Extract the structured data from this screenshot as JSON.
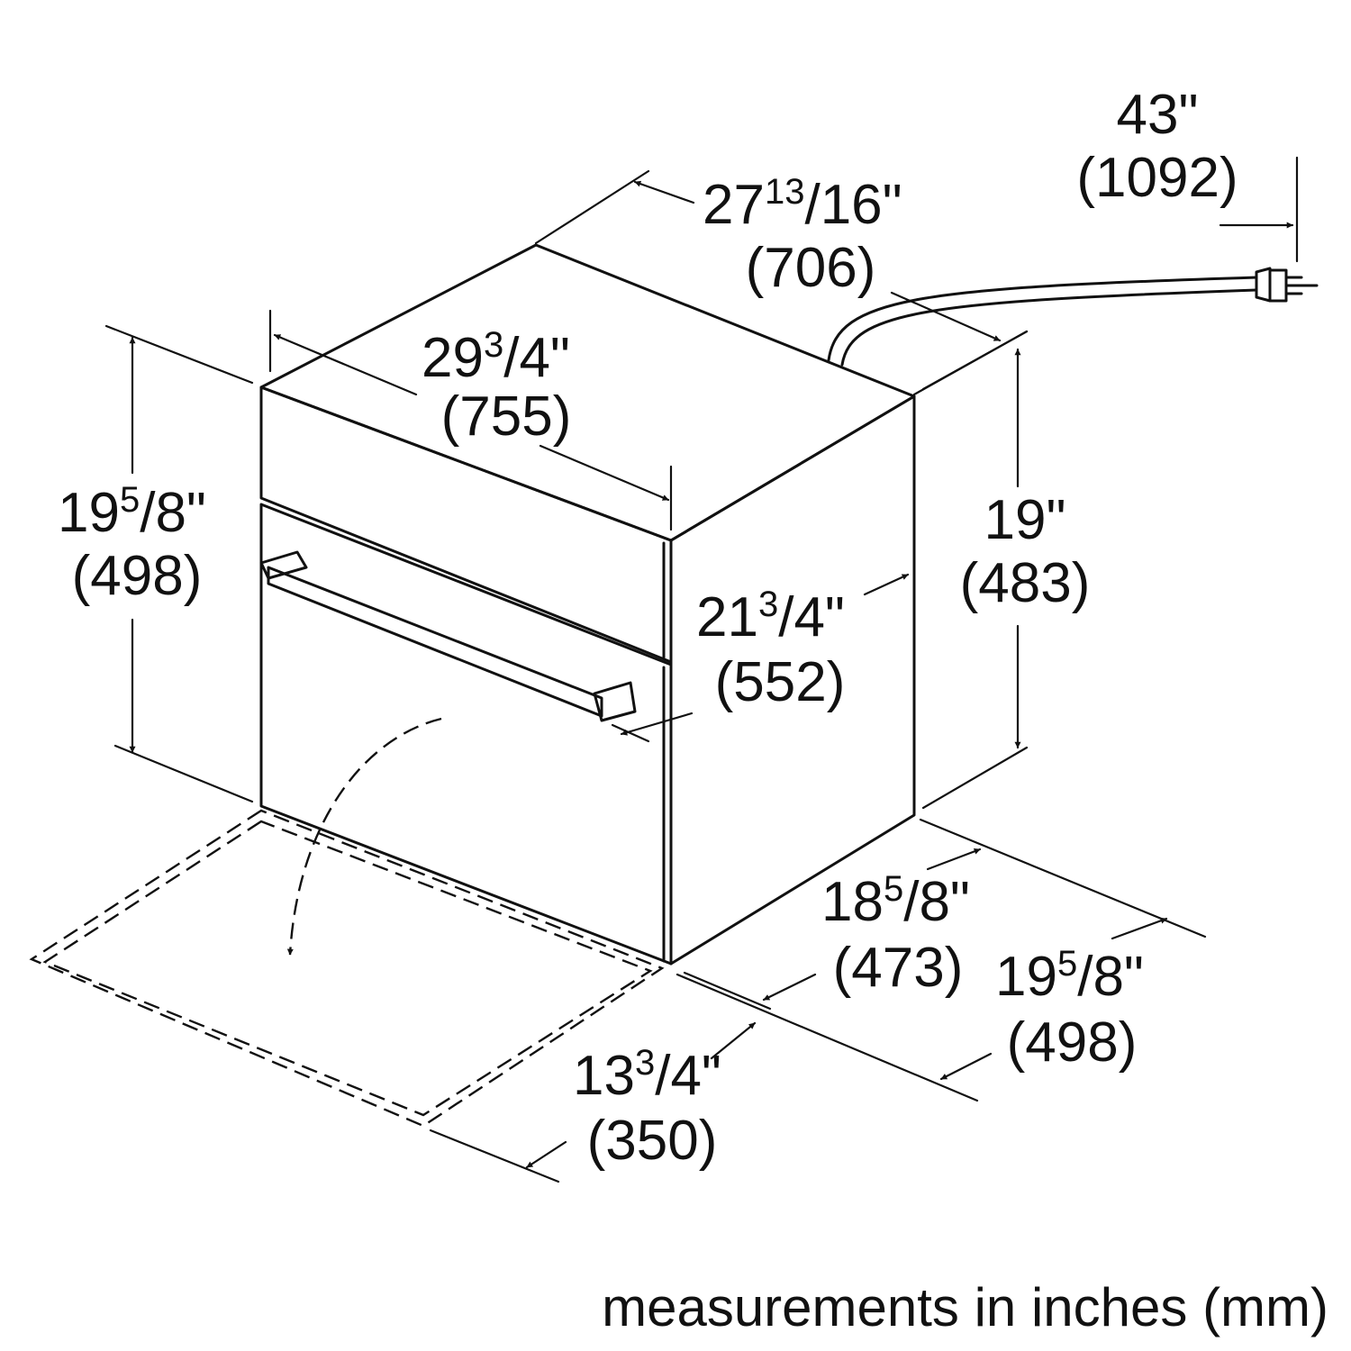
{
  "dimensions": {
    "cord_length": {
      "inch": "43\"",
      "mm": "(1092)"
    },
    "depth_overall": {
      "whole": "27",
      "num": "13",
      "den": "/16\"",
      "mm": "(706)"
    },
    "width": {
      "whole": "29",
      "num": "3",
      "den": "/4\"",
      "mm": "(755)"
    },
    "height_front": {
      "whole": "19",
      "num": "5",
      "den": "/8\"",
      "mm": "(498)"
    },
    "height_side": {
      "inch": "19\"",
      "mm": "(483)"
    },
    "depth_with_handle": {
      "whole": "21",
      "num": "3",
      "den": "/4\"",
      "mm": "(552)"
    },
    "depth_body": {
      "whole": "18",
      "num": "5",
      "den": "/8\"",
      "mm": "(473)"
    },
    "depth_door_open": {
      "whole": "19",
      "num": "5",
      "den": "/8\"",
      "mm": "(498)"
    },
    "door_swing": {
      "whole": "13",
      "num": "3",
      "den": "/4\"",
      "mm": "(350)"
    }
  },
  "caption": "measurements in inches (mm)"
}
